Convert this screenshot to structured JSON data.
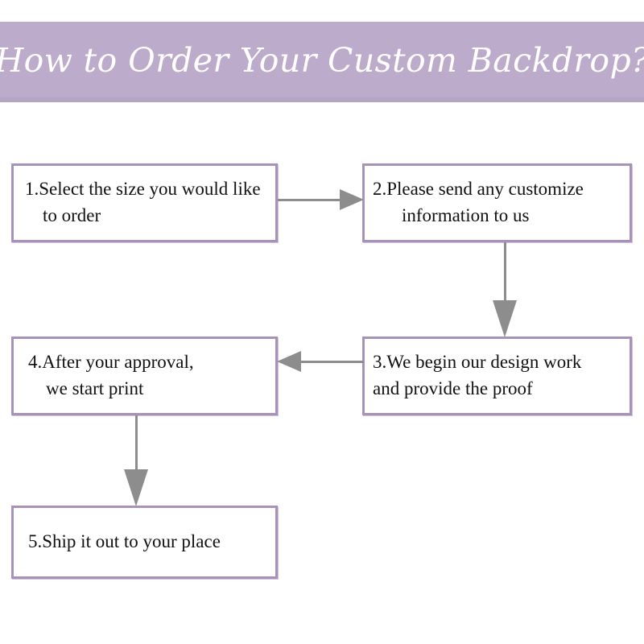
{
  "header": {
    "title": "How to Order Your Custom Backdrop?",
    "background_color": "#bcabcb",
    "text_color": "#ffffff"
  },
  "theme": {
    "box_border_color": "#a793b8",
    "arrow_color": "#8d8d8d",
    "page_background": "#ffffff",
    "text_color": "#111111"
  },
  "flowchart": {
    "type": "process-flow",
    "steps": [
      {
        "id": "step-1",
        "number": "1.",
        "line1": "1.Select the size you would like",
        "line2": "to order",
        "full_text": "1.Select the size you would like to order"
      },
      {
        "id": "step-2",
        "number": "2.",
        "line1": "2.Please send any customize",
        "line2": "information to us",
        "full_text": "2.Please send any customize information to us"
      },
      {
        "id": "step-3",
        "number": "3.",
        "line1": "3.We begin our design work",
        "line2": "and provide the proof",
        "full_text": "3.We begin our design work and provide the proof"
      },
      {
        "id": "step-4",
        "number": "4.",
        "line1": "4.After your approval,",
        "line2": "we start print",
        "full_text": "4.After your approval, we start print"
      },
      {
        "id": "step-5",
        "number": "5.",
        "line1": "5.Ship it out to your place",
        "line2": "",
        "full_text": "5.Ship it out to your place"
      }
    ],
    "connectors": [
      {
        "id": "connector-1-2",
        "from": "step-1",
        "to": "step-2",
        "direction": "right"
      },
      {
        "id": "connector-2-3",
        "from": "step-2",
        "to": "step-3",
        "direction": "down"
      },
      {
        "id": "connector-3-4",
        "from": "step-3",
        "to": "step-4",
        "direction": "left"
      },
      {
        "id": "connector-4-5",
        "from": "step-4",
        "to": "step-5",
        "direction": "down"
      }
    ]
  }
}
